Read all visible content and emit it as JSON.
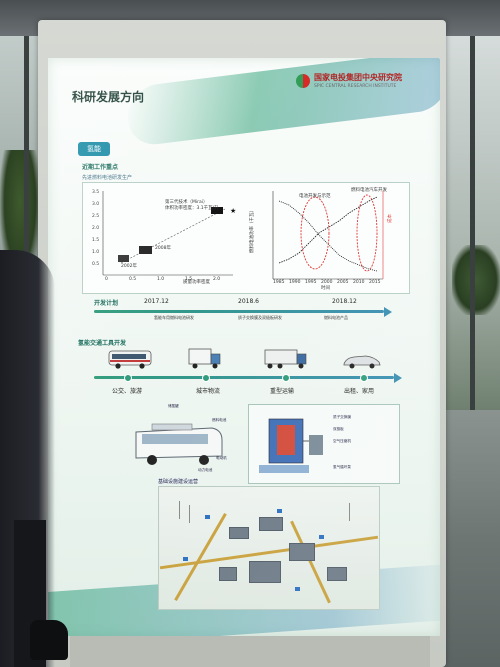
{
  "poster": {
    "title": "科研发展方向",
    "logo": {
      "name_cn": "国家电投集团中央研究院",
      "name_en": "SPIC CENTRAL RESEARCH INSTITUTE",
      "colors": {
        "red": "#d82727",
        "green": "#2f9c54"
      }
    },
    "section_badge": "氢能",
    "near_term_heading": "近期工作重点",
    "fuel_cell_heading": "先进燃料电池研发生产",
    "chart_left": {
      "note_line1": "第三代技术（Mirai）",
      "note_line2": "体积功率密度：3.1千瓦/升",
      "year_a": "2008年",
      "year_b": "2002年",
      "xlabel": "质量功率密度",
      "x_ticks": [
        "0",
        "0.5",
        "1.0",
        "1.5",
        "2.0"
      ],
      "y_ticks": [
        "3.5",
        "3.0",
        "2.5",
        "2.0",
        "1.5",
        "1.0",
        "0.5"
      ]
    },
    "chart_right": {
      "xlabel": "时间",
      "ylabel_left": "燃料电池功率（千瓦）",
      "ylabel_right": "成本",
      "x_ticks": [
        "1985",
        "1990",
        "1995",
        "2000",
        "2005",
        "2010",
        "2015"
      ],
      "annotation_left": "电池开发与示范",
      "annotation_right": "燃料电池汽车开发",
      "colors": {
        "primary": "#111111",
        "secondary": "#e03030"
      }
    },
    "dev_plan": {
      "label": "开发计划",
      "milestones": [
        {
          "date": "2017.12",
          "note": "氢能车用燃料电池研发"
        },
        {
          "date": "2018.6",
          "note": "质子交换膜及双极板研发"
        },
        {
          "date": "2018.12",
          "note": "燃料电池产品"
        }
      ]
    },
    "transport_heading": "氢能交通工具开发",
    "transport_items": [
      {
        "label": "公交、旅游"
      },
      {
        "label": "城市物流"
      },
      {
        "label": "重型运输"
      },
      {
        "label": "出租、家用"
      }
    ],
    "bus_callouts": [
      "储氢罐",
      "燃料电池",
      "电动机",
      "动力电池"
    ],
    "stack_callouts": [
      "质子交换膜",
      "双极板",
      "空气压缩机",
      "氢气循环泵"
    ],
    "infra_heading": "基础设施建设运营"
  }
}
